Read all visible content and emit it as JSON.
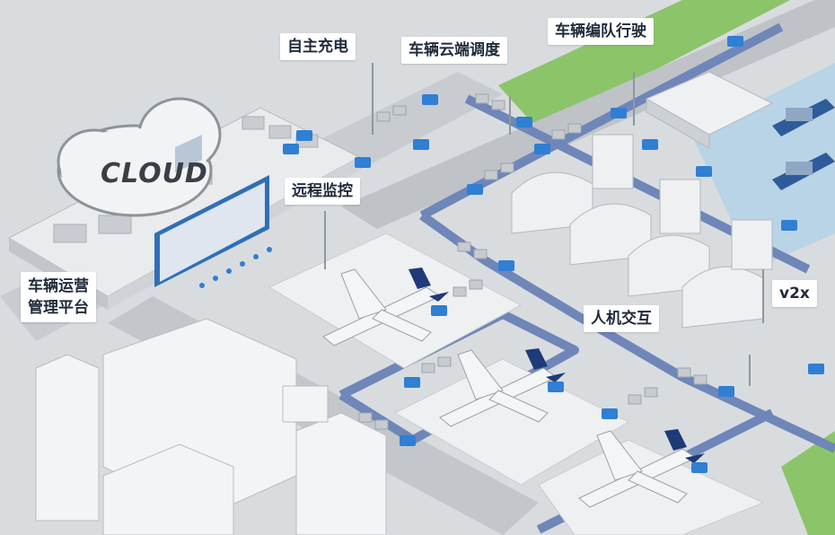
{
  "cloud": {
    "text": "CLOUD"
  },
  "labels": {
    "autonomous_charging": "自主充电",
    "vehicle_cloud_dispatch": "车辆云端调度",
    "platooning": "车辆编队行驶",
    "remote_monitoring": "远程监控",
    "ops_platform_line1": "车辆运营",
    "ops_platform_line2": "管理平台",
    "human_machine": "人机交互",
    "v2x": "v2x"
  },
  "colors": {
    "vehicle_blue": "#2f7fd3",
    "aircraft_accent": "#1e3a78",
    "lane_blue": "#6f86b8",
    "ground": "#d9dcdf",
    "grass": "#8cc46a",
    "water": "#b9d4e6"
  }
}
